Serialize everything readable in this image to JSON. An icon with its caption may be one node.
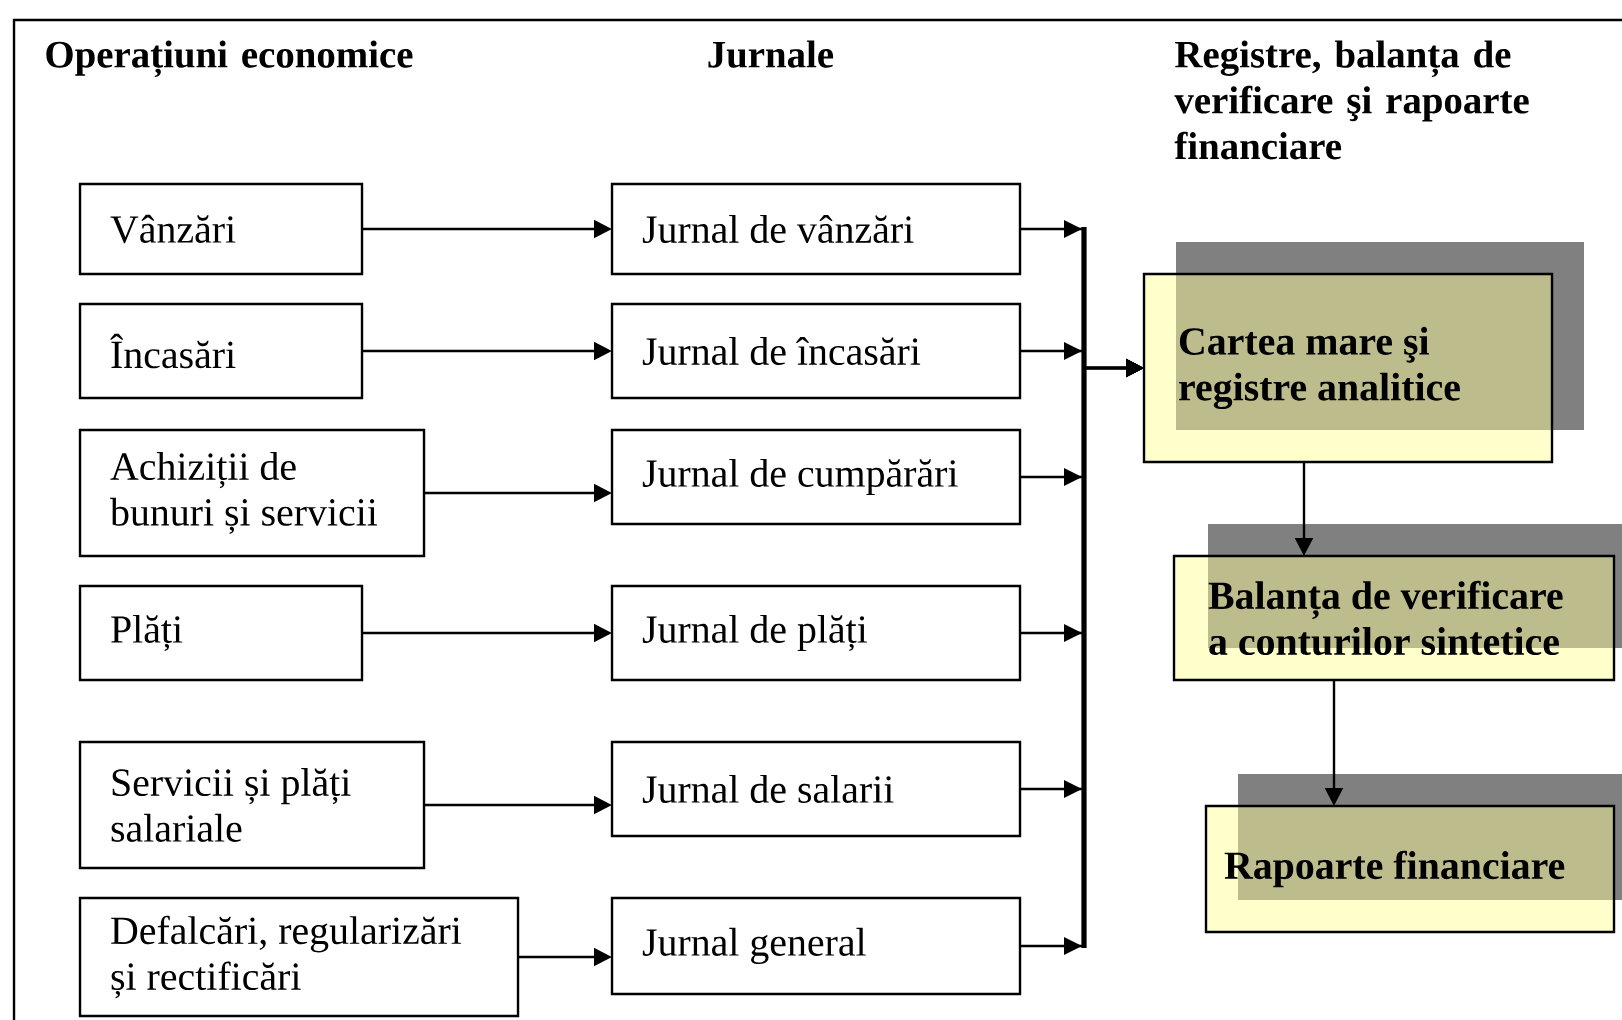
{
  "diagram": {
    "nodes": [
      {
        "text": [
          "Vânzări"
        ]
      },
      {
        "text": [
          "Încasări"
        ]
      },
      {
        "text": [
          "Achiziții de bunuri și servicii"
        ]
      },
      {
        "text": [
          "Plăți"
        ]
      },
      {
        "text": [
          "Servicii și plăți salariale"
        ]
      },
      {
        "text": [
          "Defalcări, regularizări și rectificări"
        ]
      },
      {
        "text": [
          "Jurnal de vânzări"
        ]
      },
      {
        "text": [
          "Jurnal de încasări"
        ]
      },
      {
        "text": [
          "Jurnal de cumpărări"
        ]
      },
      {
        "text": [
          "Jurnal de plăți"
        ]
      },
      {
        "text": [
          "Jurnal de salarii"
        ]
      },
      {
        "text": [
          "Jurnal general"
        ]
      },
      {
        "text": [
          "Cartea mare şi registre analitice"
        ]
      },
      {
        "text": [
          "Balanța de verificare a conturilor sintetice"
        ]
      },
      {
        "text": [
          "Rapoarte financiare"
        ]
      }
    ],
    "edges": [
      {
        "from": 0,
        "to": 6,
        "arrow": "to"
      },
      {
        "from": 1,
        "to": 7,
        "arrow": "to"
      },
      {
        "from": 2,
        "to": 8,
        "arrow": "to"
      },
      {
        "from": 3,
        "to": 9,
        "arrow": "to"
      },
      {
        "from": 4,
        "to": 10,
        "arrow": "to"
      },
      {
        "from": 5,
        "to": 11,
        "arrow": "to"
      },
      {
        "from": 6,
        "to": 12,
        "arrow": "to"
      },
      {
        "from": 7,
        "to": 12,
        "arrow": "to"
      },
      {
        "from": 8,
        "to": 12,
        "arrow": "to"
      },
      {
        "from": 9,
        "to": 12,
        "arrow": "to"
      },
      {
        "from": 10,
        "to": 12,
        "arrow": "to"
      },
      {
        "from": 11,
        "to": 12,
        "arrow": "to"
      },
      {
        "from": 12,
        "to": 13,
        "arrow": "to"
      },
      {
        "from": 13,
        "to": 14,
        "arrow": "to"
      }
    ],
    "labels": [
      "Operațiuni economice",
      "Jurnale",
      "Registre, balanța de verificare şi rapoarte financiare"
    ]
  }
}
